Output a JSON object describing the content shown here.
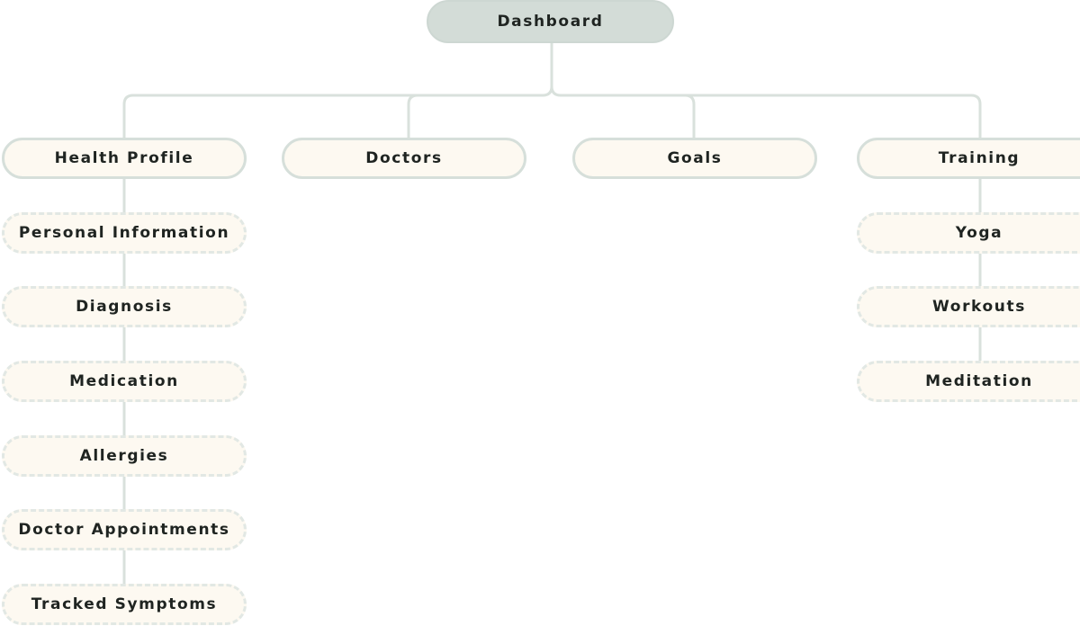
{
  "diagram": {
    "root": {
      "label": "Dashboard"
    },
    "health_profile": {
      "label": "Health Profile",
      "children": [
        {
          "label": "Personal Information"
        },
        {
          "label": "Diagnosis"
        },
        {
          "label": "Medication"
        },
        {
          "label": "Allergies"
        },
        {
          "label": "Doctor Appointments"
        },
        {
          "label": "Tracked Symptoms"
        }
      ]
    },
    "doctors": {
      "label": "Doctors"
    },
    "goals": {
      "label": "Goals"
    },
    "training": {
      "label": "Training",
      "children": [
        {
          "label": "Yoga"
        },
        {
          "label": "Workouts"
        },
        {
          "label": "Meditation"
        }
      ]
    }
  },
  "colors": {
    "root_fill": "#d3dcd7",
    "node_fill": "#fdf9f1",
    "connector": "#d9e1dc",
    "text": "#1f2421"
  }
}
